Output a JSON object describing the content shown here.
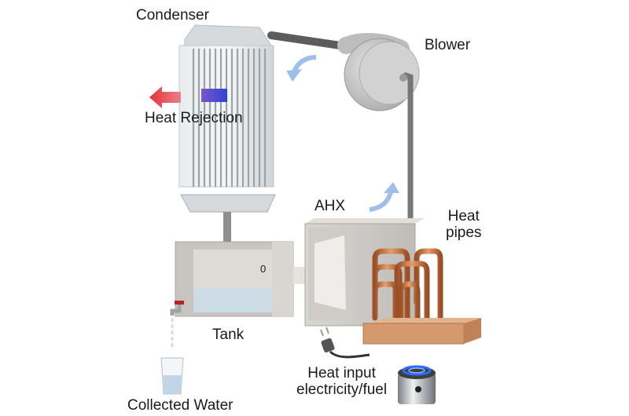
{
  "diagram": {
    "labels": {
      "condenser": "Condenser",
      "blower": "Blower",
      "heat_rejection": "Heat Rejection",
      "ahx": "AHX",
      "heat_pipes_line1": "Heat",
      "heat_pipes_line2": "pipes",
      "tank": "Tank",
      "tank_gauge": "0",
      "heat_input_line1": "Heat input",
      "heat_input_line2": "electricity/fuel",
      "collected_water": "Collected Water"
    },
    "colors": {
      "heat_arrow_red": "#e8323a",
      "heat_block_blue": "#3a4fd6",
      "airflow_arrow": "#9cc0e8",
      "copper": "#c8794a",
      "copper_base": "#d49a6e",
      "metal": "#d9dde0",
      "pipe": "#6f7173",
      "water": "#c9dbe8",
      "flame": "#2a6cff"
    }
  }
}
